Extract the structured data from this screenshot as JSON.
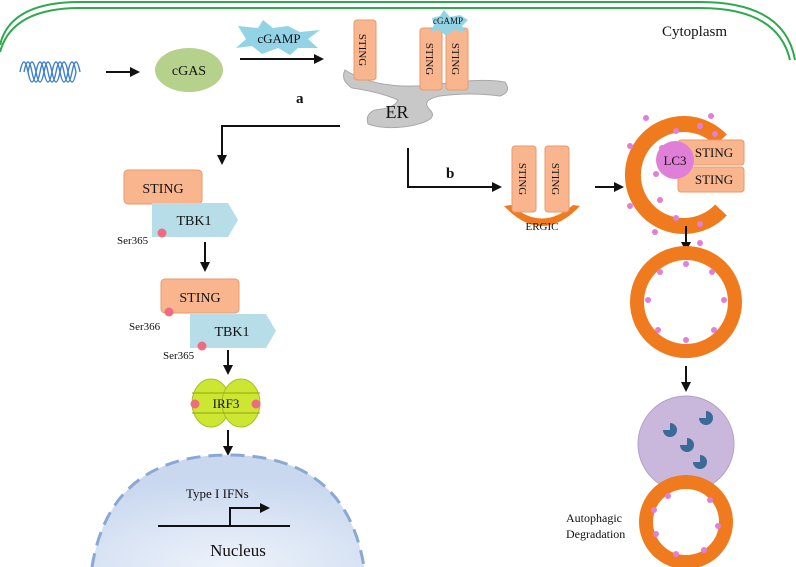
{
  "labels": {
    "cytoplasm": "Cytoplasm",
    "cgas": "cGAS",
    "cgamp_large": "cGAMP",
    "cgamp_small": "cGAMP",
    "er": "ER",
    "path_a": "a",
    "path_b": "b",
    "sting": "STING",
    "tbk1": "TBK1",
    "ser365": "Ser365",
    "ser366": "Ser366",
    "irf3": "IRF3",
    "type_i_ifns": "Type I IFNs",
    "nucleus": "Nucleus",
    "ergic": "ERGIC",
    "lc3": "LC3",
    "autophagic_degradation_line1": "Autophagic",
    "autophagic_degradation_line2": "Degradation"
  },
  "colors": {
    "cell_membrane": "#2fa84f",
    "sting": "#f9b58d",
    "sting_stroke": "#e69a6a",
    "cgas": "#b5d18c",
    "cgamp": "#92d3e6",
    "tbk1": "#b6dde8",
    "irf3": "#cce632",
    "phospho_dot": "#f06b7f",
    "er": "#c8c8c8",
    "ergic": "#f07a1e",
    "autophagosome": "#f07a1e",
    "lc3": "#e07fd8",
    "lysosome": "#c9b8dc",
    "enzyme": "#3a6a98",
    "nucleus_fill": "#d6e2f4",
    "nucleus_border": "#8aa8d2",
    "dna": "#3f7fd0"
  }
}
